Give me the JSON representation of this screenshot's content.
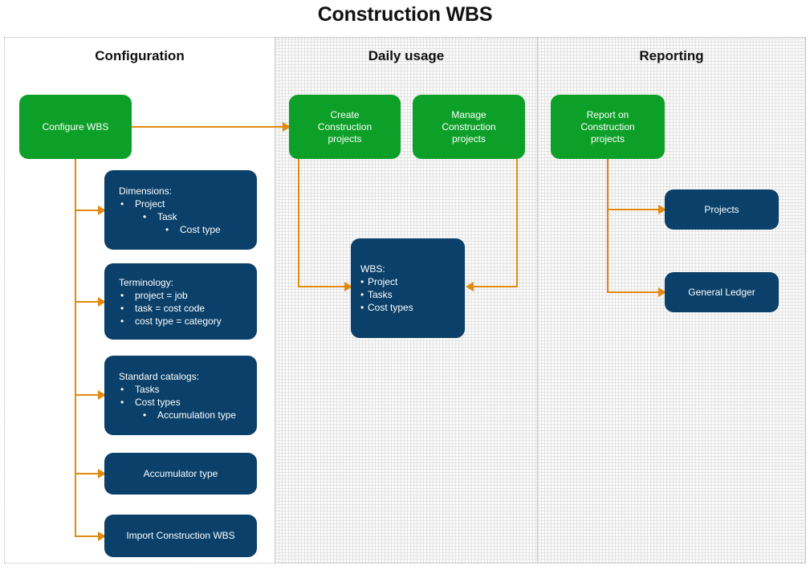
{
  "title": "Construction WBS",
  "accent_colors": {
    "green": "#0DA028",
    "blue": "#0A4069",
    "orange": "#E3890E",
    "panel_shaded": "#fbfbfb",
    "panel_border": "#b4b4b4",
    "text_dark": "#121212",
    "text_light": "#ffffff"
  },
  "panels": [
    {
      "id": "configuration",
      "title": "Configuration"
    },
    {
      "id": "daily_usage",
      "title": "Daily usage"
    },
    {
      "id": "reporting",
      "title": "Reporting"
    }
  ],
  "nodes": {
    "configure_wbs": {
      "label": "Configure WBS"
    },
    "dimensions": {
      "header": "Dimensions:",
      "items": [
        {
          "level": 1,
          "bullet": "•",
          "text": "Project"
        },
        {
          "level": 2,
          "bullet": "•",
          "text": "Task"
        },
        {
          "level": 3,
          "bullet": "•",
          "text": "Cost type"
        }
      ]
    },
    "terminology": {
      "header": "Terminology:",
      "items": [
        {
          "level": 1,
          "bullet": "•",
          "text": "project = job"
        },
        {
          "level": 1,
          "bullet": "•",
          "text": "task = cost code"
        },
        {
          "level": 1,
          "bullet": "•",
          "text": "cost type = category"
        }
      ]
    },
    "standard_catalogs": {
      "header": "Standard catalogs:",
      "items": [
        {
          "level": 1,
          "bullet": "•",
          "text": "Tasks"
        },
        {
          "level": 1,
          "bullet": "•",
          "text": "Cost types"
        },
        {
          "level": 2,
          "bullet": "•",
          "text": "Accumulation type"
        }
      ]
    },
    "accumulator_type": {
      "label": "Accumulator type"
    },
    "import_wbs": {
      "label": "Import Construction WBS"
    },
    "create_projects": {
      "label": "Create\nConstruction\nprojects"
    },
    "manage_projects": {
      "label": "Manage\nConstruction\nprojects"
    },
    "wbs": {
      "header": "WBS:",
      "items": [
        {
          "level": 1,
          "bullet": "•",
          "text": "Project"
        },
        {
          "level": 1,
          "bullet": "•",
          "text": "Tasks"
        },
        {
          "level": 1,
          "bullet": "•",
          "text": "Cost types"
        }
      ]
    },
    "report_projects": {
      "label": "Report on\nConstruction\nprojects"
    },
    "projects": {
      "label": "Projects"
    },
    "general_ledger": {
      "label": "General Ledger"
    }
  }
}
